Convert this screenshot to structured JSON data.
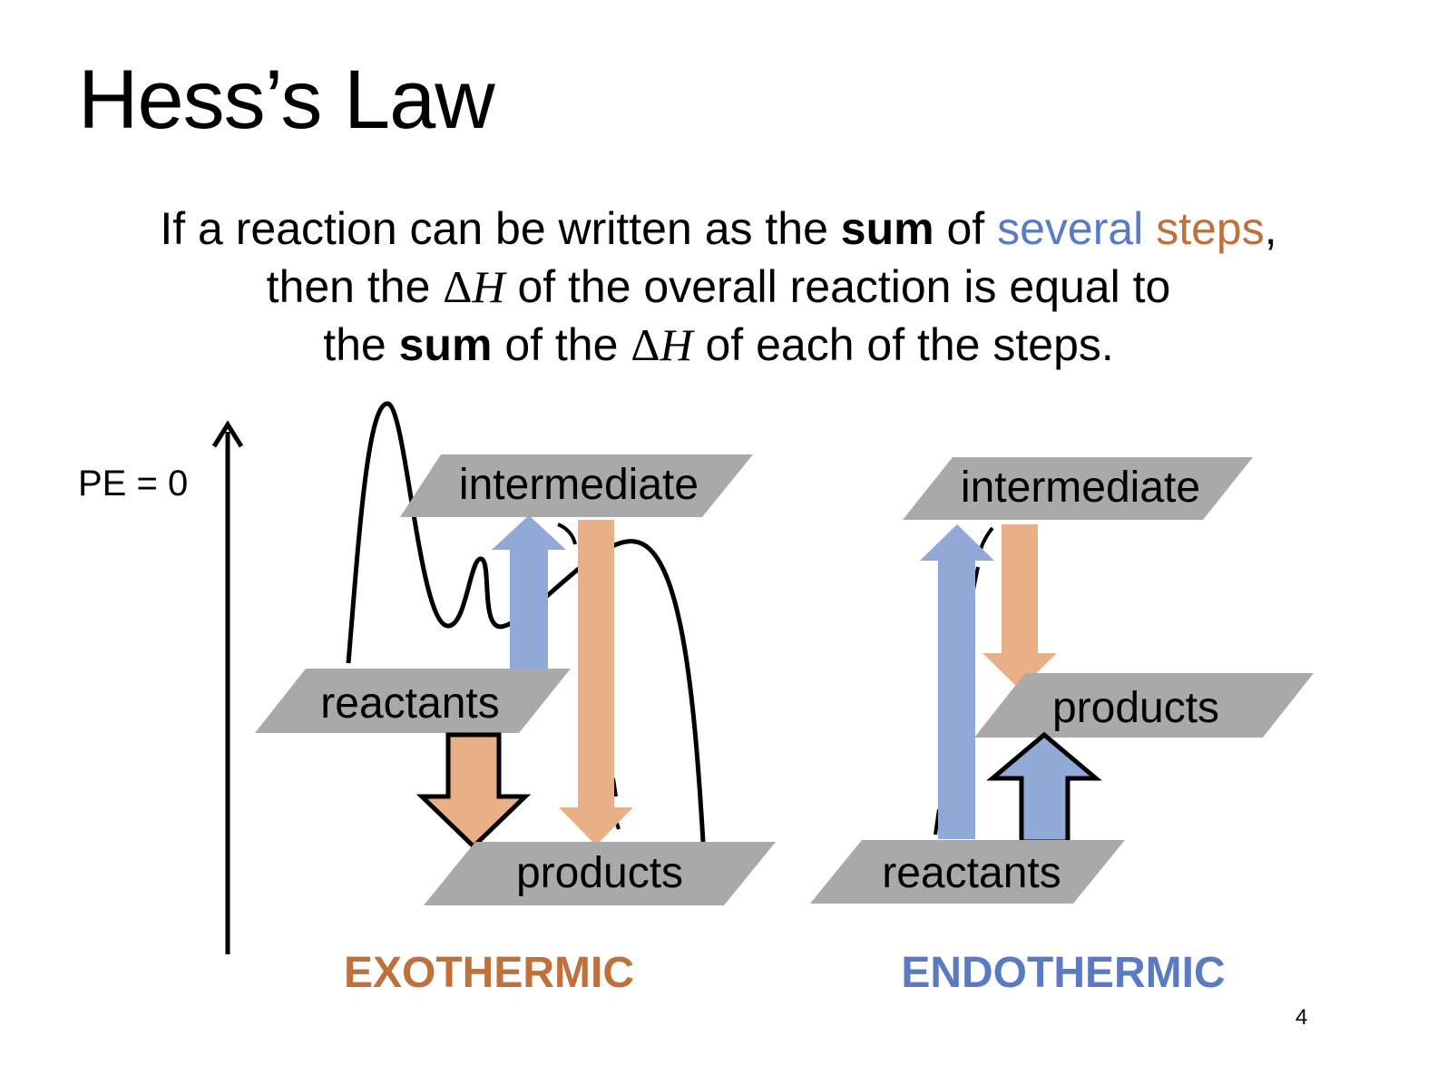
{
  "title": "Hess’s Law",
  "statement": {
    "l1_a": "If a reaction can be written as the ",
    "l1_sum": "sum",
    "l1_b": " of ",
    "l1_several": "several",
    "l1_space": " ",
    "l1_steps": "steps",
    "l1_c": ",",
    "l2_a": "then the ",
    "delta_symbol": "Δ",
    "h_symbol": "H",
    "l2_b": " of the overall reaction is equal to",
    "l3_a": "the ",
    "l3_sum": "sum",
    "l3_b": " of the ",
    "l3_c": " of each of the steps."
  },
  "axis_label": "PE = 0",
  "exothermic": {
    "label": "EXOTHERMIC",
    "intermediate": "intermediate",
    "reactants": "reactants",
    "products": "products"
  },
  "endothermic": {
    "label": "ENDOTHERMIC",
    "intermediate": "intermediate",
    "products": "products",
    "reactants": "reactants"
  },
  "page_number": "4",
  "colors": {
    "blue_text": "#5a7bc4",
    "orange_text": "#c0703a",
    "blue_arrow": "#92a9d8",
    "orange_arrow": "#e9b088",
    "level_gray": "#a9a9a9"
  }
}
